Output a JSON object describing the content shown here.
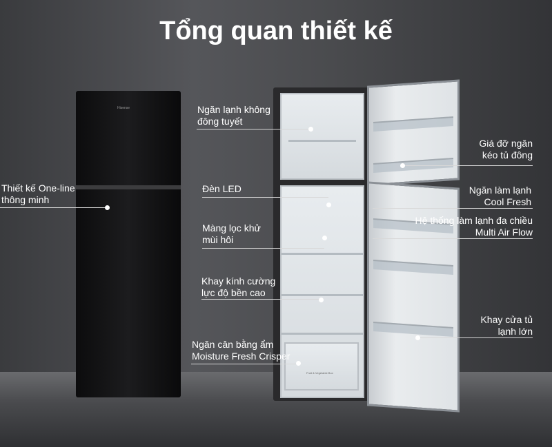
{
  "title": "Tổng quan thiết kế",
  "brand_logo": "Hisense",
  "crisper_text": "Fruit & Vegetable Box",
  "labels": {
    "one_line": [
      "Thiết kế One-line",
      "thông minh"
    ],
    "no_frost": [
      "Ngăn lạnh không",
      "đông tuyết"
    ],
    "led": [
      "Đèn LED"
    ],
    "filter": [
      "Màng lọc khử",
      "mùi hôi"
    ],
    "glass": [
      "Khay kính cường",
      "lực độ bền cao"
    ],
    "crisper": [
      "Ngăn cân bằng ẩm",
      "Moisture Fresh Crisper"
    ],
    "freezer_rack": [
      "Giá đỡ ngăn",
      "kéo tủ đông"
    ],
    "cool_fresh": [
      "Ngăn làm lạnh",
      "Cool Fresh"
    ],
    "airflow": [
      "Hệ thống làm lạnh đa chiều",
      "Multi Air Flow"
    ],
    "door_tray": [
      "Khay cửa tủ",
      "lạnh lớn"
    ]
  }
}
